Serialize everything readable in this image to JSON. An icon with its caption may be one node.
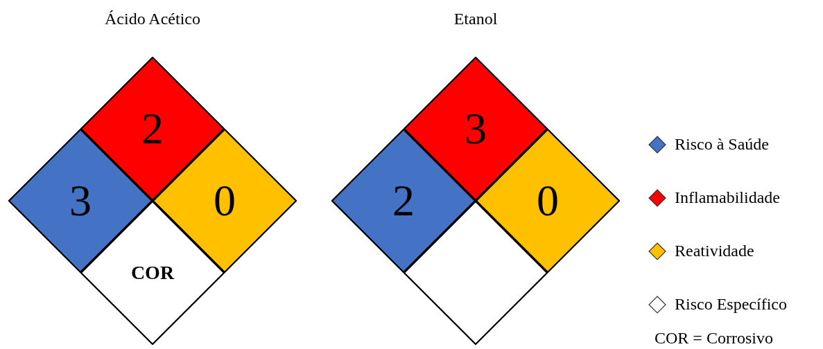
{
  "diagram": {
    "nodes": [
      {
        "text": [
          "Ácido Acético"
        ]
      },
      {
        "text": [
          "2"
        ],
        "in": 0
      },
      {
        "text": [
          "3"
        ],
        "in": 0
      },
      {
        "text": [
          "0"
        ],
        "in": 0
      },
      {
        "text": [
          "COR"
        ],
        "in": 0
      },
      {
        "text": [
          "Etanol"
        ]
      },
      {
        "text": [
          "3"
        ],
        "in": 5
      },
      {
        "text": [
          "2"
        ],
        "in": 5
      },
      {
        "text": [
          "0"
        ],
        "in": 5
      },
      {
        "text": [],
        "shape": "diamond",
        "in": 5
      }
    ],
    "edges": [],
    "labels": [
      "COR = Corrosivo"
    ],
    "legend": [
      {
        "text": "Risco à Saúde",
        "color": "#4472c4"
      },
      {
        "text": "Inflamabilidade",
        "color": "#ff0000"
      },
      {
        "text": "Reatividade",
        "color": "#ffc000"
      },
      {
        "text": "Risco Específico",
        "color": "#ffffff"
      }
    ]
  }
}
